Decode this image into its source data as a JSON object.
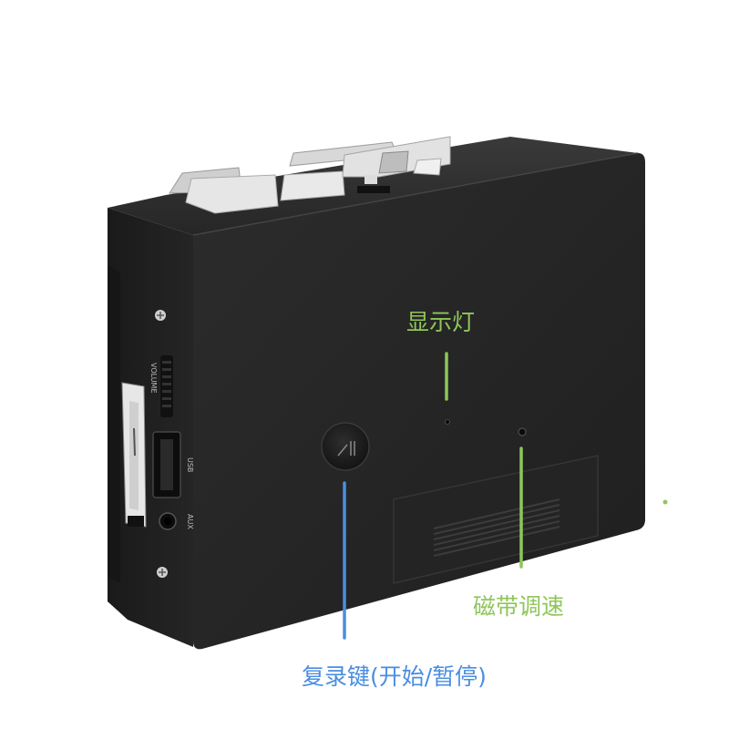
{
  "labels": {
    "indicator_light": "显示灯",
    "tape_speed": "磁带调速",
    "record_button": "复录键(开始/暂停)"
  },
  "device_text": {
    "volume": "VOLUME",
    "usb": "USB",
    "aux": "AUX"
  },
  "colors": {
    "background": "#ffffff",
    "device_body": "#1e1e1e",
    "device_front": "#262626",
    "label_green": "#8fc65a",
    "pointer_blue": "#4a8ee0"
  },
  "icons": {
    "record_button": "play-pause-icon"
  }
}
